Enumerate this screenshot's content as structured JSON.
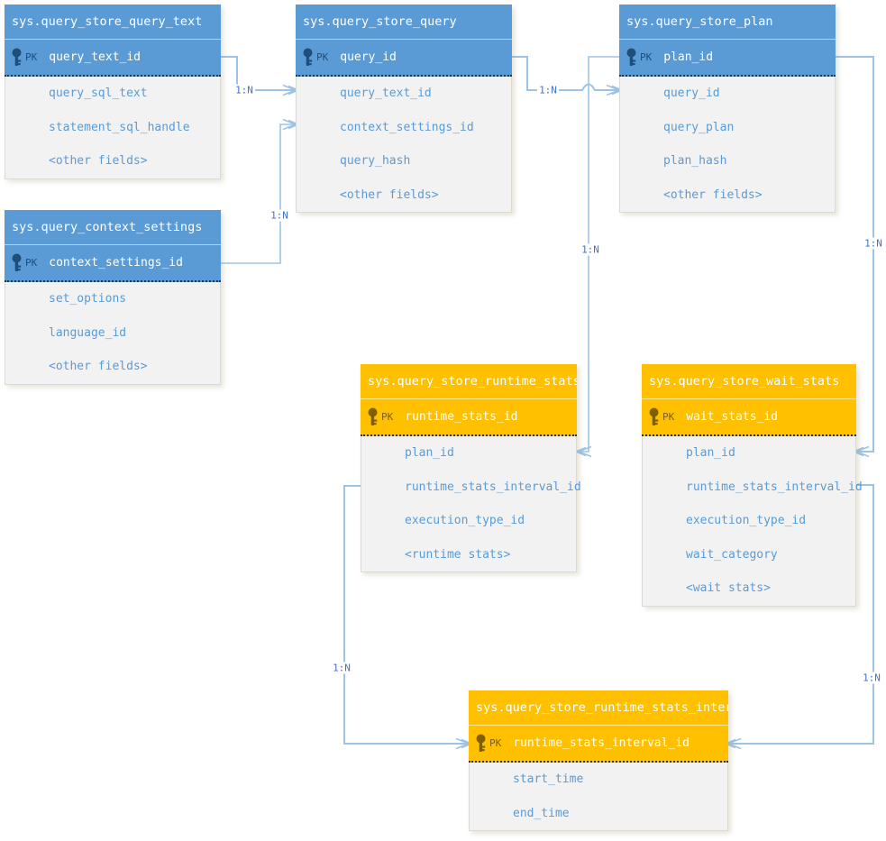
{
  "diagram": {
    "tables": [
      {
        "title": "sys.query_store_query_text",
        "pk_label": "PK",
        "pk_field": "query_text_id",
        "fields": [
          "query_sql_text",
          "statement_sql_handle",
          "<other fields>"
        ],
        "theme": "blue"
      },
      {
        "title": "sys.query_store_query",
        "pk_label": "PK",
        "pk_field": "query_id",
        "fields": [
          "query_text_id",
          "context_settings_id",
          "query_hash",
          "<other fields>"
        ],
        "theme": "blue"
      },
      {
        "title": "sys.query_store_plan",
        "pk_label": "PK",
        "pk_field": "plan_id",
        "fields": [
          "query_id",
          "query_plan",
          "plan_hash",
          "<other fields>"
        ],
        "theme": "blue"
      },
      {
        "title": "sys.query_context_settings",
        "pk_label": "PK",
        "pk_field": "context_settings_id",
        "fields": [
          "set_options",
          "language_id",
          "<other fields>"
        ],
        "theme": "blue"
      },
      {
        "title": "sys.query_store_runtime_stats",
        "pk_label": "PK",
        "pk_field": "runtime_stats_id",
        "fields": [
          "plan_id",
          "runtime_stats_interval_id",
          "execution_type_id",
          "<runtime stats>"
        ],
        "theme": "orange"
      },
      {
        "title": "sys.query_store_wait_stats",
        "pk_label": "PK",
        "pk_field": "wait_stats_id",
        "fields": [
          "plan_id",
          "runtime_stats_interval_id",
          "execution_type_id",
          "wait_category",
          "<wait stats>"
        ],
        "theme": "orange"
      },
      {
        "title": "sys.query_store_runtime_stats_interval",
        "pk_label": "PK",
        "pk_field": "runtime_stats_interval_id",
        "fields": [
          "start_time",
          "end_time"
        ],
        "theme": "orange"
      }
    ],
    "relationships": [
      {
        "label": "1:N",
        "from": "sys.query_store_query_text.query_text_id",
        "to": "sys.query_store_query.query_text_id"
      },
      {
        "label": "1:N",
        "from": "sys.query_context_settings.context_settings_id",
        "to": "sys.query_store_query.context_settings_id"
      },
      {
        "label": "1:N",
        "from": "sys.query_store_query.query_id",
        "to": "sys.query_store_plan.query_id"
      },
      {
        "label": "1:N",
        "from": "sys.query_store_plan.plan_id",
        "to": "sys.query_store_runtime_stats.plan_id"
      },
      {
        "label": "1:N",
        "from": "sys.query_store_plan.plan_id",
        "to": "sys.query_store_wait_stats.plan_id"
      },
      {
        "label": "1:N",
        "from": "sys.query_store_runtime_stats.runtime_stats_interval_id",
        "to": "sys.query_store_runtime_stats_interval.runtime_stats_interval_id"
      },
      {
        "label": "1:N",
        "from": "sys.query_store_wait_stats.runtime_stats_interval_id",
        "to": "sys.query_store_runtime_stats_interval.runtime_stats_interval_id"
      }
    ],
    "colors": {
      "blue_header": "#5B9BD5",
      "orange_header": "#FFC000",
      "row_background": "#F2F2F2",
      "field_text": "#5B9BD5",
      "connector_line": "#9DC3E6",
      "relationship_label_text": "#4472C4",
      "pk_icon_blue": "#1F4E79",
      "pk_icon_orange": "#7F6000"
    }
  }
}
